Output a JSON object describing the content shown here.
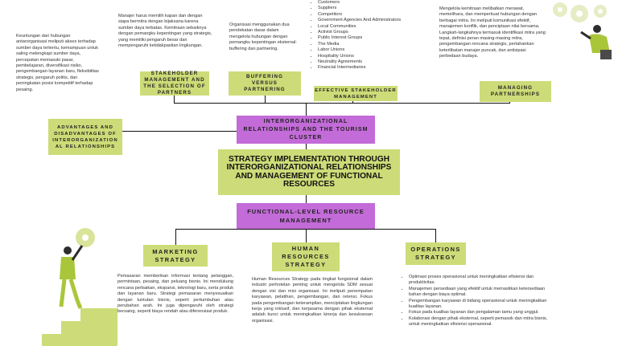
{
  "center": {
    "title": "STRATEGY IMPLEMENTATION THROUGH INTERORGANIZATIONAL RELATIONSHIPS AND MANAGEMENT OF FUNCTIONAL RESOURCES",
    "upper_node": "INTERORGANIZATIONAL RELATIONSHIPS AND THE TOURISM CLUSTER",
    "lower_node": "FUNCTIONAL-LEVEL RESOURCE MANAGEMENT"
  },
  "top_branches": {
    "advantages": {
      "label": "ADVANTAGES AND DISADVANTAGES OF INTERORGANIZATION AL RELATIONSHIPS",
      "text": "Keuntungan dari hubungan antarorganisasi meliputi akses terhadap sumber daya tertentu, kemampuan untuk saling melengkapi sumber daya, percepatan memasuki pasar, pembelajaran, diversifikasi risiko, pengembangan layanan baru, fleksibilitas strategis, pengaruh politis, dan peningkatan posisi kompetitif terhadap pesaing."
    },
    "stakeholder_selection": {
      "label": "STAKEHOLDER MANAGEMENT AND THE SELECTION OF PARTNERS",
      "text": "Manajer harus memilih kapan dan dengan siapa bermitra dengan bijaksana karena sumber daya terbatas. Kemitraan sebaiknya dengan pemangku kepentingan yang strategis, yang memiliki pengaruh besar dan mempengaruhi ketidakpastian lingkungan."
    },
    "buffering": {
      "label": "BUFFERING VERSUS PARTNERING",
      "text": "Organisasi menggunakan dua pendekatan dasar dalam mengelola hubungan dengan pemangku kepentingan eksternal: buffering dan partnering."
    },
    "effective": {
      "label": "EFFECTIVE STAKEHOLDER MANAGEMENT",
      "items": [
        "Customers",
        "Suppliers",
        "Competitors",
        "Government Agencies And Administrators",
        "Local Communities",
        "Activist Groups",
        "Public Interest Groups",
        "The Media",
        "Labor Unions",
        "Hospitality Unions",
        "Neutrality Agreements",
        "Financial Intermediaries"
      ]
    },
    "managing": {
      "label": "MANAGING PARTNERSHIPS",
      "text": "Mengelola kemitraan melibatkan merawat, memelihara, dan memperkuat hubungan dengan berbagai mitra. Ini meliputi komunikasi efektif, manajemen konflik, dan penciptaan nilai bersama. Langkah-langkahnya termasuk identifikasi mitra yang tepat, definisi peran masing-masing mitra, pengembangan rencana strategis, pertahankan keterlibatan manajer puncak, dan antisipasi perbedaan budaya."
    }
  },
  "bottom_branches": {
    "marketing": {
      "label": "MARKETING STRATEGY",
      "text": "Pemasaran memberikan informasi tentang pelanggan, permintaan, pesaing, dan peluang bisnis. Ini mendukung rencana perbaikan, ekspansi, teknologi baru, serta produk dan layanan baru. Strategi pemasaran menyesuaikan dengan tuntutan bisnis, seperti pertumbuhan atau perubahan arah. Ini juga dipengaruhi oleh strategi bersaing, seperti biaya rendah atau diferensiasi produk."
    },
    "hr": {
      "label": "HUMAN RESOURCES STRATEGY",
      "text": "Human Resources Strategy pada tingkat fungsional dalam industri perhotelan penting untuk mengelola SDM sesuai dengan visi dan misi organisasi. Ini meliputi penempatan karyawan, pelatihan, pengembangan, dan retensi. Fokus pada pengembangan keterampilan, menciptakan lingkungan kerja yang inklusif, dan kerjasama dengan pihak eksternal adalah kunci untuk meningkatkan kinerja dan kesuksesan organisasi."
    },
    "operations": {
      "label": "OPERATIONS STRATEGY",
      "items": [
        "Optimasi proses operasional untuk meningkatkan efisiensi dan produktivitas.",
        "Manajemen persediaan yang efektif untuk memastikan ketersediaan bahan dengan biaya optimal.",
        "Pengembangan karyawan di bidang operasional untuk meningkatkan kualitas layanan.",
        "Fokus pada kualitas layanan dan pengalaman tamu yang unggul.",
        "Kolaborasi dengan pihak eksternal, seperti pemasok dan mitra bisnis, untuk meningkatkan efisiensi operasional."
      ]
    }
  },
  "colors": {
    "green": "#cddc78",
    "purple": "#c36bd8",
    "figure_green": "#a9c63a"
  }
}
